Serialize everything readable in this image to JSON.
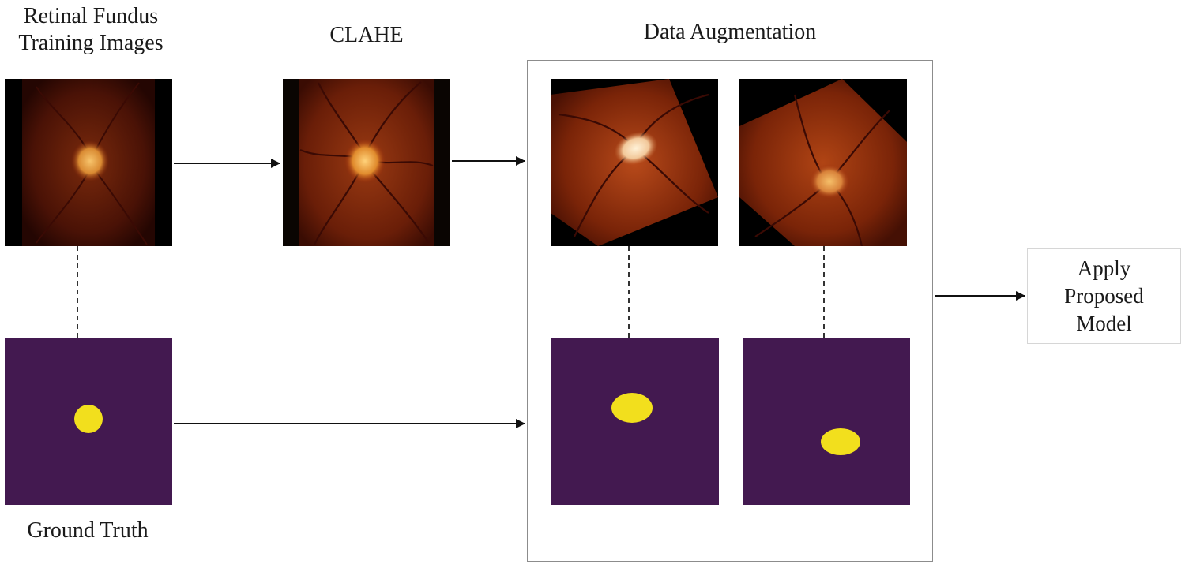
{
  "labels": {
    "training_line1": "Retinal Fundus",
    "training_line2": "Training Images",
    "clahe": "CLAHE",
    "augmentation": "Data Augmentation",
    "ground_truth": "Ground Truth",
    "apply_line1": "Apply",
    "apply_line2": "Proposed",
    "apply_line3": "Model"
  },
  "colors": {
    "mask_background": "#431950",
    "mask_disc": "#f2df1d",
    "fundus_dark": "#3b0c04",
    "fundus_mid": "#a0350e",
    "fundus_disc": "#f0b25a",
    "arrow": "#111111"
  }
}
